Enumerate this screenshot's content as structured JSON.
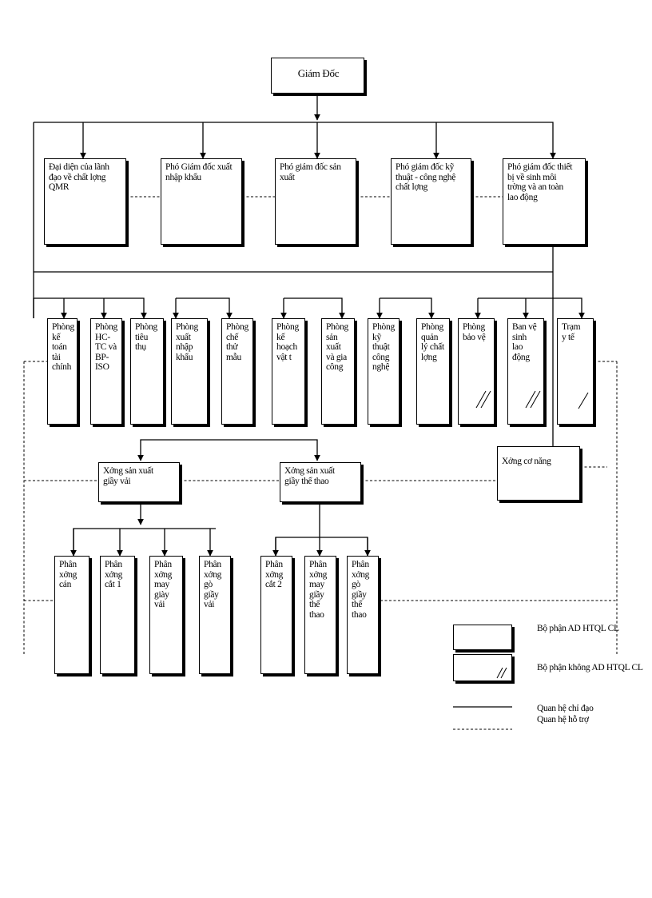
{
  "director": "Giám Đốc",
  "deputies": {
    "qmr": "Đại diện của lãnh\nđạo về chất lợng\nQMR",
    "import_export": "Phó Giám đốc xuất\nnhập khẩu",
    "production": "Phó giám đốc sản\nxuất",
    "technical": "Phó giám đốc kỹ\nthuật - công nghệ\nchất lợng",
    "equipment": "Phó giám đốc thiết\nbị về sinh môi\ntrờng  và an toàn\nlao động"
  },
  "departments": {
    "finance": "Phòng\nkế\ntoán\ntài\nchính",
    "hr": "Phòng\nHC-\nTC và\nBP-\nISO",
    "sales": "Phòng\ntiêu\nthụ",
    "trade": "Phòng\nxuất\nnhập\nkhẩu",
    "sample": "Phòng\nchế\nthử\nmẫu",
    "planning": "Phòng\nkế\nhoạch\nvật t",
    "manufacturing": "Phòng\nsản\nxuất\nvà gia\ncông",
    "technology": "Phòng\nkỹ\nthuật\ncông\nnghệ",
    "quality": "Phòng\nquản\nlý chất\nlợng",
    "security": "Phòng\nbảo vệ",
    "hygiene": "Ban vệ\nsinh\nlao\nđộng",
    "medical": "Trạm\ny tế"
  },
  "workshops": {
    "canvas": "Xởng   sản xuất\ngiầy vải",
    "sport": "Xởng   sản xuất\ngiầy thể thao",
    "power": "Xởng   cơ năng"
  },
  "sub_workshops": {
    "rolling": "Phân\nxởng\ncán",
    "cutting1": "Phân\nxởng\ncắt 1",
    "canvas_sewing": "Phân\nxởng\nmay\ngiày\nvải",
    "canvas_lasting": "Phân\nxởng\ngò\ngiầy\nvải",
    "cutting2": "Phân\nxởng\ncắt 2",
    "sport_sewing": "Phân\nxởng\nmay\ngiầy\nthể\nthao",
    "sport_lasting": "Phân\nxởng\ngò\ngiầy\nthể\nthao"
  },
  "legend": {
    "applied": "Bộ phận AD HTQL CL",
    "not_applied": "Bộ phận không AD HTQL CL",
    "direction": "Quan hệ chỉ đạo",
    "support": "Quan hệ hỗ trợ"
  }
}
